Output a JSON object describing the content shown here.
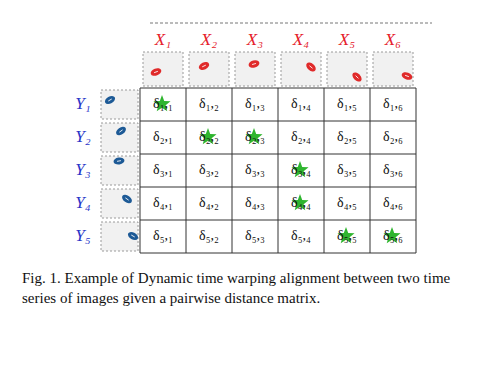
{
  "diagram": {
    "caption": "Fig. 1. Example of Dynamic time warping alignment between two time series of images given a pairwise distance matrix.",
    "labels": [
      "X₁",
      "X₂",
      "X₃",
      "X₄",
      "X₅",
      "X₆",
      "Y₁",
      "δ₁,₁",
      "δ₁,₂",
      "δ₁,₃",
      "δ₁,₄",
      "δ₁,₅",
      "δ₁,₆",
      "Y₂",
      "δ₂,₁",
      "δ₂,₂",
      "δ₂,₃",
      "δ₂,₄",
      "δ₂,₅",
      "δ₂,₆",
      "Y₃",
      "δ₃,₁",
      "δ₃,₂",
      "δ₃,₃",
      "δ₃,₄",
      "δ₃,₅",
      "δ₃,₆",
      "Y₄",
      "δ₄,₁",
      "δ₄,₂",
      "δ₄,₃",
      "δ₄,₄",
      "δ₄,₅",
      "δ₄,₆",
      "Y₅",
      "δ₅,₁",
      "δ₅,₂",
      "δ₅,₃",
      "δ₅,₄",
      "δ₅,₅",
      "δ₅,₆"
    ]
  }
}
